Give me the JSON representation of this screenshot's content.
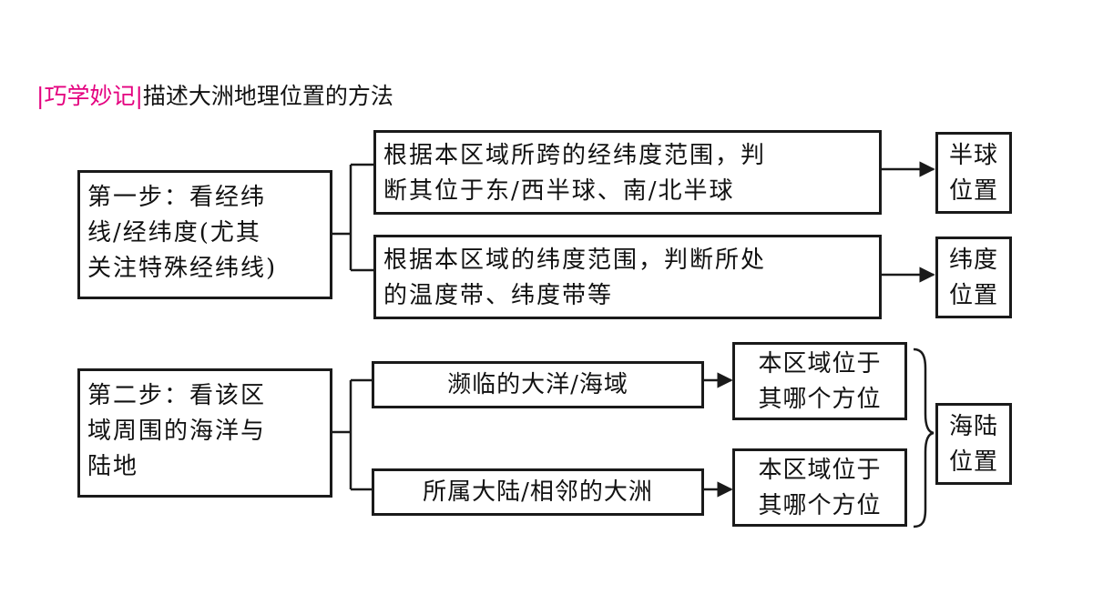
{
  "heading": {
    "tag": "巧学妙记",
    "text": "描述大洲地理位置的方法",
    "divider": "|"
  },
  "step1": {
    "label_lines": [
      "第一步：看经纬",
      "线/经纬度(尤其",
      "关注特殊经纬线)"
    ],
    "branches": [
      {
        "text_lines": [
          "根据本区域所跨的经纬度范围，判",
          "断其位于东/西半球、南/北半球"
        ],
        "result_lines": [
          "半球",
          "位置"
        ]
      },
      {
        "text_lines": [
          "根据本区域的纬度范围，判断所处",
          "的温度带、纬度带等"
        ],
        "result_lines": [
          "纬度",
          "位置"
        ]
      }
    ]
  },
  "step2": {
    "label_lines": [
      "第二步：看该区",
      "域周围的海洋与",
      "陆地"
    ],
    "branches": [
      {
        "text": "濒临的大洋/海域",
        "result_lines": [
          "本区域位于",
          "其哪个方位"
        ]
      },
      {
        "text": "所属大陆/相邻的大洲",
        "result_lines": [
          "本区域位于",
          "其哪个方位"
        ]
      }
    ],
    "summary_lines": [
      "海陆",
      "位置"
    ]
  },
  "colors": {
    "accent": "#e4007f",
    "line": "#1a1a1a",
    "text": "#111111"
  }
}
